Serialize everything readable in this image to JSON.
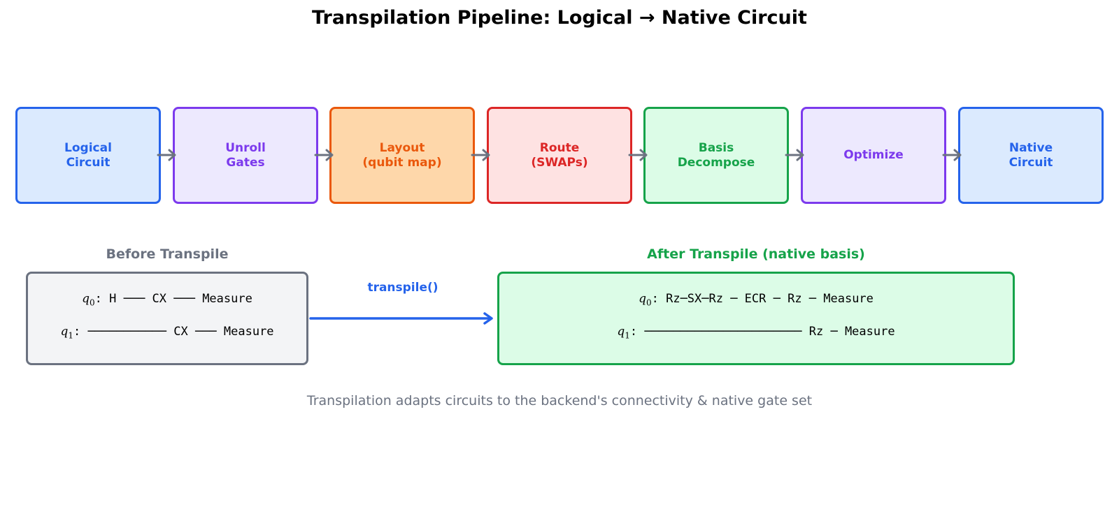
{
  "title": "Transpilation Pipeline: Logical → Native Circuit",
  "stages": [
    {
      "label": "Logical\nCircuit",
      "fill": "#dbeafe",
      "stroke": "#2563eb"
    },
    {
      "label": "Unroll\nGates",
      "fill": "#ede9fe",
      "stroke": "#7c3aed"
    },
    {
      "label": "Layout\n(qubit map)",
      "fill": "#fed7aa",
      "stroke": "#ea580c"
    },
    {
      "label": "Route\n(SWAPs)",
      "fill": "#fee2e2",
      "stroke": "#dc2626"
    },
    {
      "label": "Basis\nDecompose",
      "fill": "#dcfce7",
      "stroke": "#16a34a"
    },
    {
      "label": "Optimize",
      "fill": "#ede9fe",
      "stroke": "#7c3aed"
    },
    {
      "label": "Native\nCircuit",
      "fill": "#dbeafe",
      "stroke": "#2563eb"
    }
  ],
  "before": {
    "label": "Before Transpile",
    "q0_name": "q",
    "q0_index": "0",
    "q0_ops": ": H ─── CX ─── Measure",
    "q1_name": "q",
    "q1_index": "1",
    "q1_ops": ": ─────────── CX ─── Measure"
  },
  "transform_label": "transpile()",
  "after": {
    "label": "After Transpile (native basis)",
    "q0_name": "q",
    "q0_index": "0",
    "q0_ops": ": Rz─SX─Rz ─ ECR ─ Rz ─ Measure",
    "q1_name": "q",
    "q1_index": "1",
    "q1_ops": ": ────────────────────── Rz ─ Measure"
  },
  "caption": "Transpilation adapts circuits to the backend's connectivity & native gate set",
  "colors": {
    "pipeline_arrow": "#6b7280",
    "before_fill": "#f3f4f6",
    "before_stroke": "#6b7280",
    "before_label": "#6b7280",
    "after_fill": "#dcfce7",
    "after_stroke": "#16a34a",
    "after_label": "#16a34a",
    "transform_arrow": "#2563eb"
  },
  "icons": {
    "stage_connector": "right-arrow-icon",
    "transform": "long-right-arrow-icon"
  }
}
